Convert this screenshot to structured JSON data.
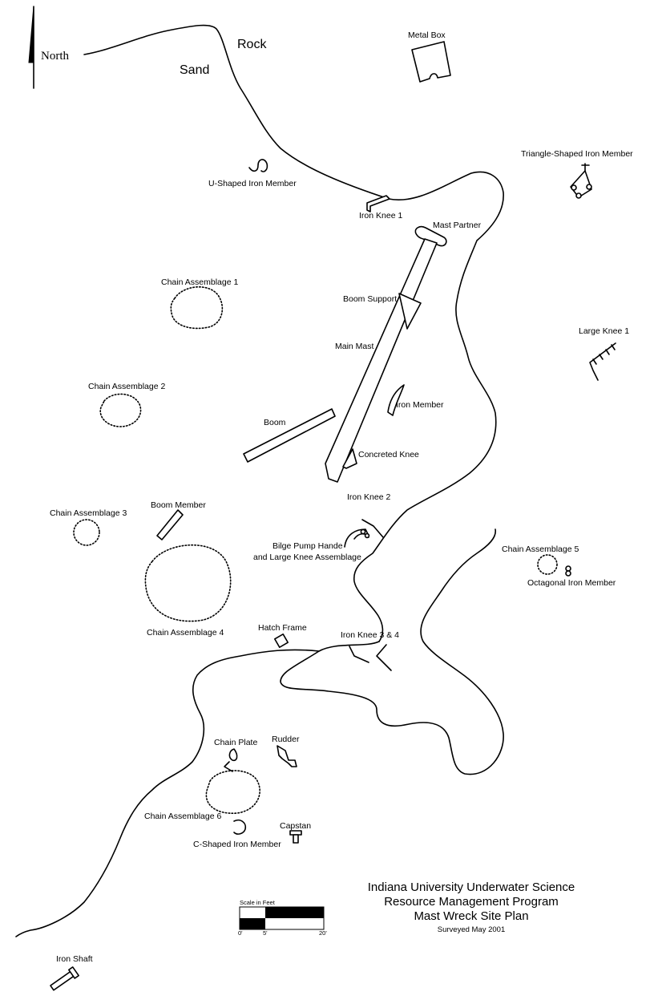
{
  "north_arrow": {
    "label": "North"
  },
  "terrain_labels": {
    "sand": "Sand",
    "rock": "Rock"
  },
  "features": {
    "metal_box": "Metal Box",
    "triangle_iron_member": "Triangle-Shaped Iron Member",
    "u_shaped_iron_member": "U-Shaped Iron Member",
    "iron_knee_1": "Iron Knee 1",
    "mast_partner": "Mast Partner",
    "boom_support": "Boom Support",
    "main_mast": "Main Mast",
    "large_knee_1": "Large Knee 1",
    "iron_member": "Iron Member",
    "boom": "Boom",
    "concreted_knee": "Concreted Knee",
    "iron_knee_2": "Iron Knee 2",
    "bilge_pump_line1": "Bilge Pump Hande",
    "bilge_pump_line2": "and Large Knee Assemblage",
    "boom_member": "Boom Member",
    "hatch_frame": "Hatch Frame",
    "iron_knee_3_4": "Iron Knee 3 & 4",
    "octagonal_iron_member": "Octagonal Iron Member",
    "chain_plate": "Chain Plate",
    "rudder": "Rudder",
    "c_shaped_iron_member": "C-Shaped Iron Member",
    "capstan": "Capstan",
    "iron_shaft": "Iron Shaft"
  },
  "chain_assemblages": {
    "ca1": "Chain Assemblage 1",
    "ca2": "Chain Assemblage 2",
    "ca3": "Chain Assemblage 3",
    "ca4": "Chain Assemblage 4",
    "ca5": "Chain Assemblage 5",
    "ca6": "Chain Assemblage 6"
  },
  "scale_bar": {
    "title": "Scale in Feet",
    "tick_0": "0'",
    "tick_5": "5'",
    "tick_20": "20'"
  },
  "title_block": {
    "line1": "Indiana University Underwater Science",
    "line2": "Resource Management Program",
    "line3": "Mast Wreck Site Plan",
    "line4": "Surveyed May 2001"
  }
}
